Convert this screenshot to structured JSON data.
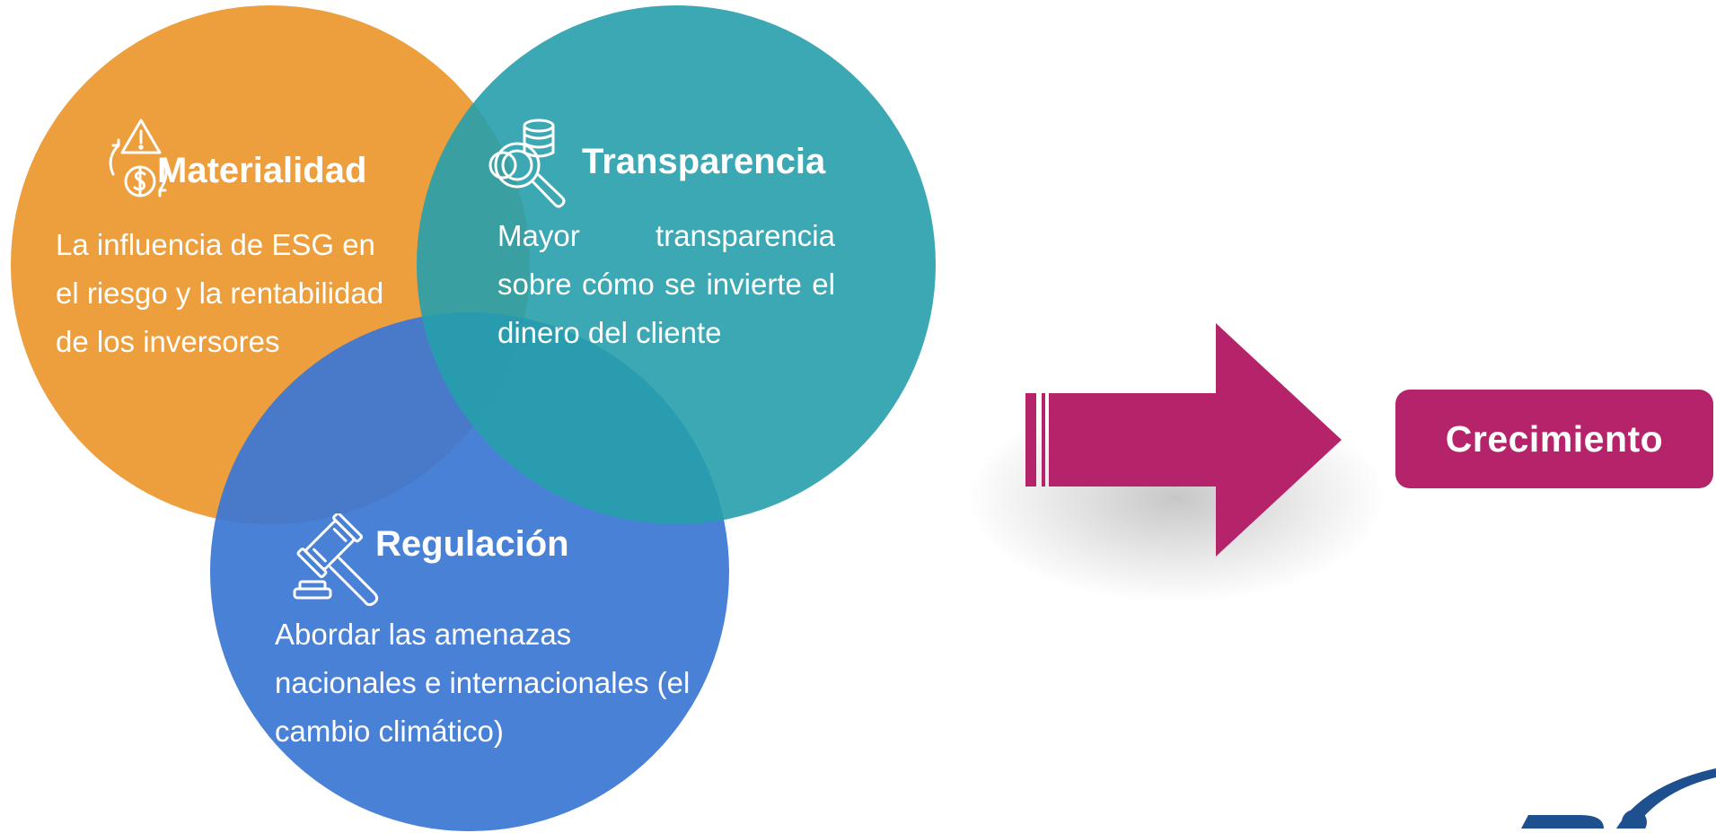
{
  "nodes": {
    "materialidad": {
      "title": "Materialidad",
      "text": "La influencia de ESG en el riesgo y la rentabilidad de los inversores",
      "icon": "risk-money-cycle-icon",
      "color": "#ec962d"
    },
    "transparencia": {
      "title": "Transparencia",
      "text": "Mayor transparencia sobre cómo se invierte el dinero del cliente",
      "icon": "coins-magnifier-icon",
      "color": "#269fab"
    },
    "regulacion": {
      "title": "Regulación",
      "text": "Abordar las amenazas nacionales e internacionales (el cambio climático)",
      "icon": "gavel-icon",
      "color": "#3b77d4"
    }
  },
  "arrow": {
    "icon": "right-arrow-icon",
    "color": "#b5246a"
  },
  "outcome": {
    "label": "Crecimiento",
    "color": "#b5246a"
  },
  "logo": {
    "icon": "brand-logo-icon",
    "color": "#1e4f8f"
  }
}
